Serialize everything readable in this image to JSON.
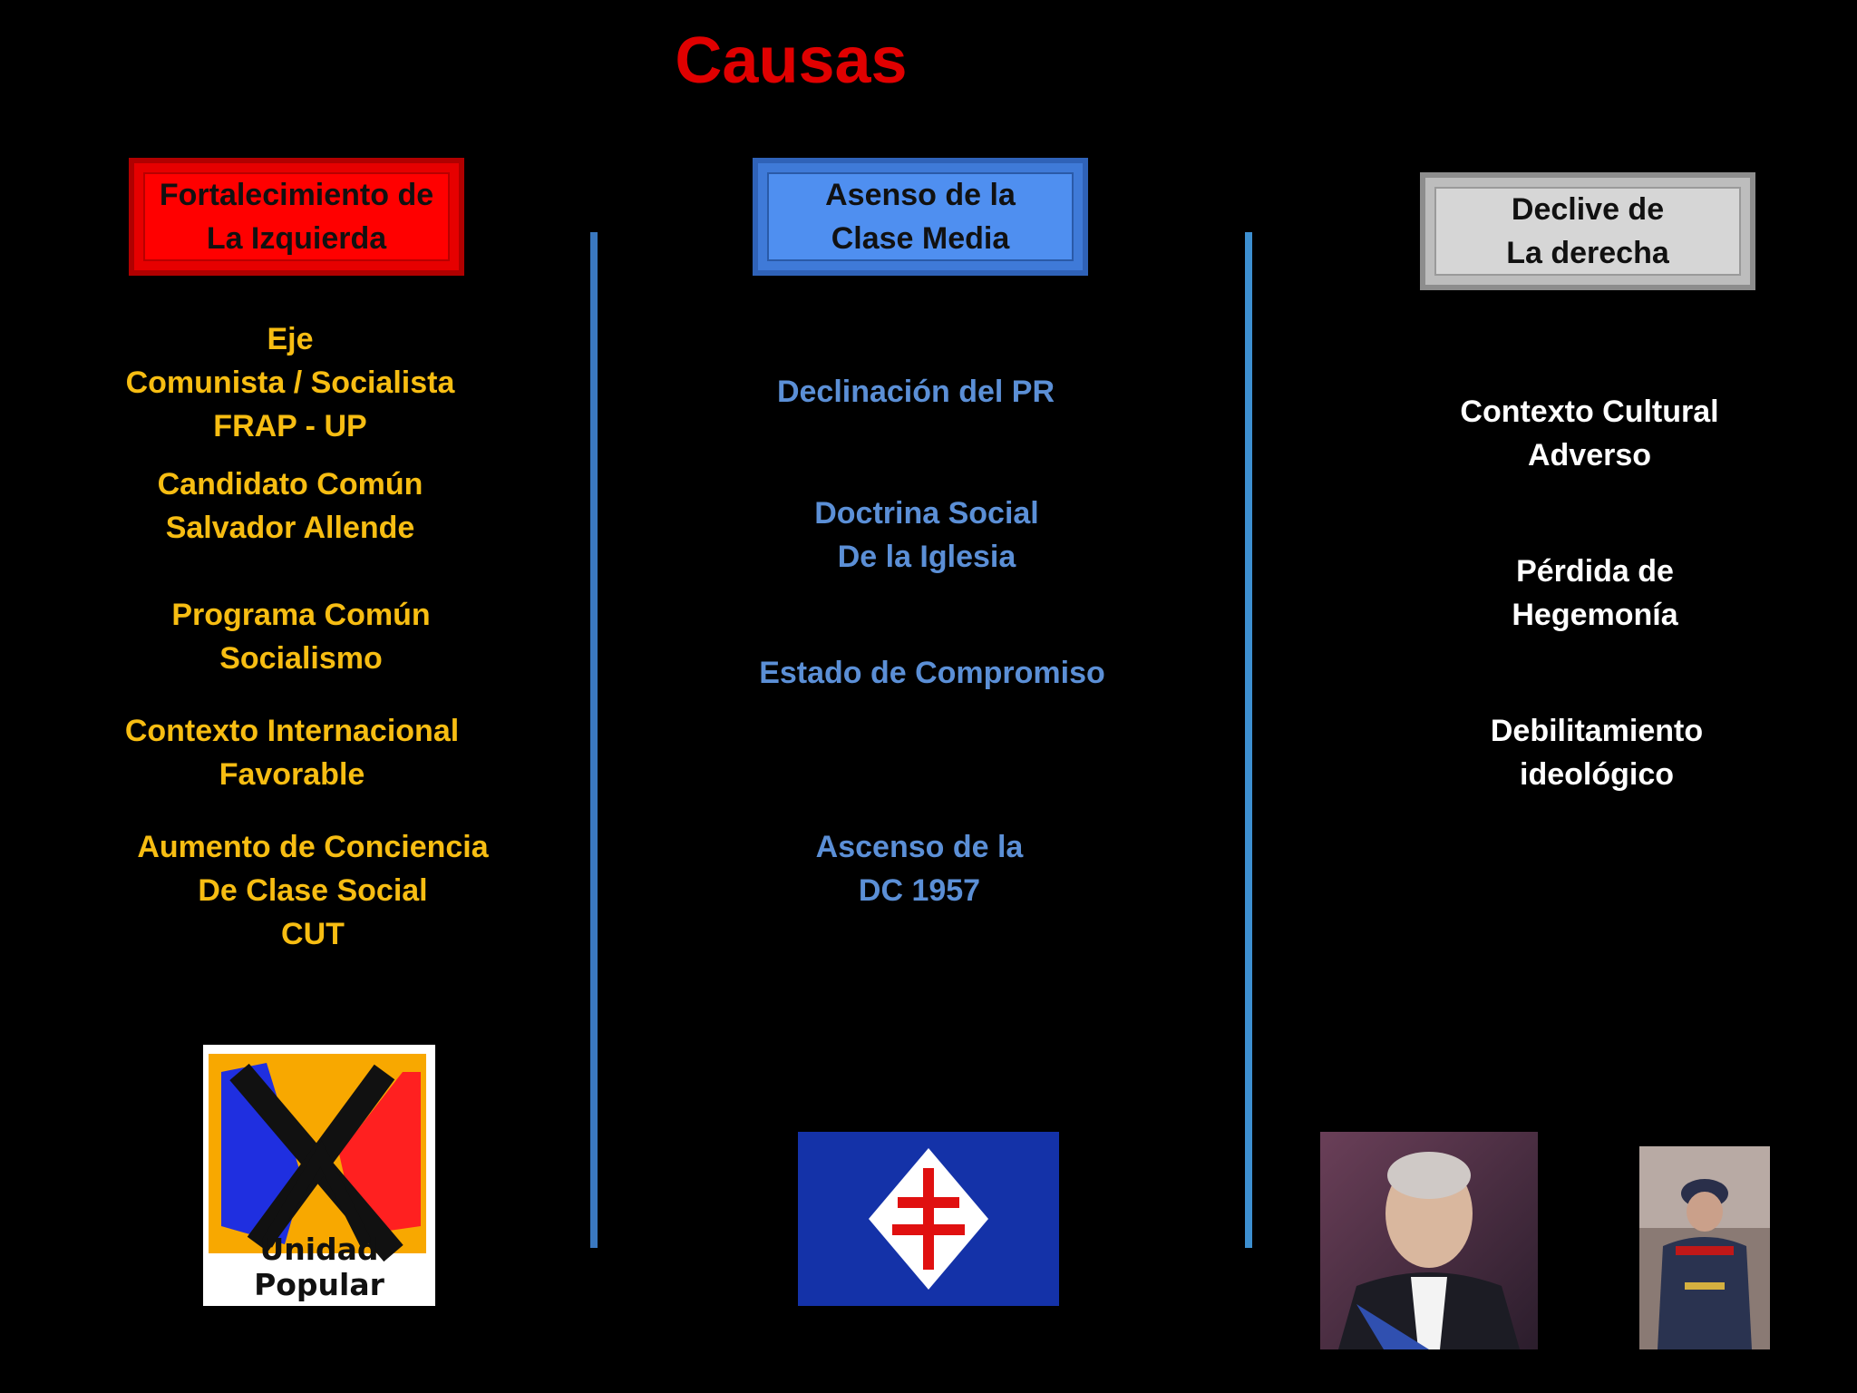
{
  "slide": {
    "title": "Causas"
  },
  "columns": {
    "left": {
      "header": "Fortalecimiento de\nLa Izquierda",
      "items": [
        "Eje\nComunista / Socialista\nFRAP - UP",
        "Candidato Común\nSalvador Allende",
        "Programa Común\nSocialismo",
        "Contexto Internacional\nFavorable",
        "Aumento de Conciencia\nDe Clase Social\nCUT"
      ],
      "logo_text": "Unidad Popular"
    },
    "middle": {
      "header": "Asenso de la\nClase Media",
      "items": [
        "Declinación del PR",
        "Doctrina Social\nDe la Iglesia",
        "Estado de Compromiso",
        "Ascenso de la\nDC 1957"
      ]
    },
    "right": {
      "header": "Declive de\nLa derecha",
      "items": [
        "Contexto Cultural\nAdverso",
        "Pérdida de\nHegemonía",
        "Debilitamiento\nideológico"
      ]
    }
  },
  "colors": {
    "title": "#e00000",
    "left_text": "#f7bd12",
    "middle_text": "#5b8fd6",
    "right_text": "#ffffff",
    "left_box": "#ff0000",
    "middle_box": "#4f8ff0",
    "right_box": "#d6d6d6"
  }
}
